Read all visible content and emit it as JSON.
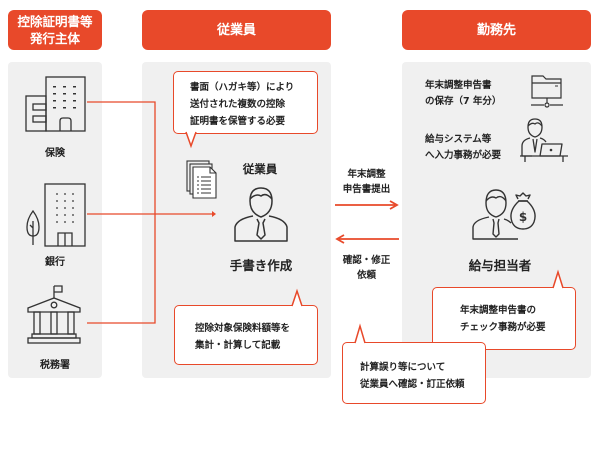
{
  "headers": {
    "issuer": "控除証明書等\n発行主体",
    "employee": "従業員",
    "employer": "勤務先"
  },
  "issuers": [
    {
      "label": "保険",
      "icon": "office-building-icon"
    },
    {
      "label": "銀行",
      "icon": "bank-building-icon"
    },
    {
      "label": "税務署",
      "icon": "tax-office-icon"
    }
  ],
  "employee_panel": {
    "bubble_top": "書面（ハガキ等）により\n送付された複数の控除\n証明書を保管する必要",
    "person_title": "従業員",
    "person_caption": "手書き作成",
    "bubble_bottom": "控除対象保険料額等を\n集計・計算して記載"
  },
  "flows": {
    "submit": "年末調整\n申告書提出",
    "request": "確認・修正\n依頼"
  },
  "employer_panel": {
    "storage_text": "年末調整申告書\nの保存（7 年分）",
    "input_text": "給与システム等\nへ入力事務が必要",
    "payroll_caption": "給与担当者",
    "bubble_check": "年末調整申告書の\nチェック事務が必要",
    "bubble_correction": "計算誤り等について\n従業員へ確認・訂正依頼"
  },
  "colors": {
    "accent": "#E8492A",
    "panel_bg": "#F0F0F0",
    "icon_stroke": "#333333"
  }
}
